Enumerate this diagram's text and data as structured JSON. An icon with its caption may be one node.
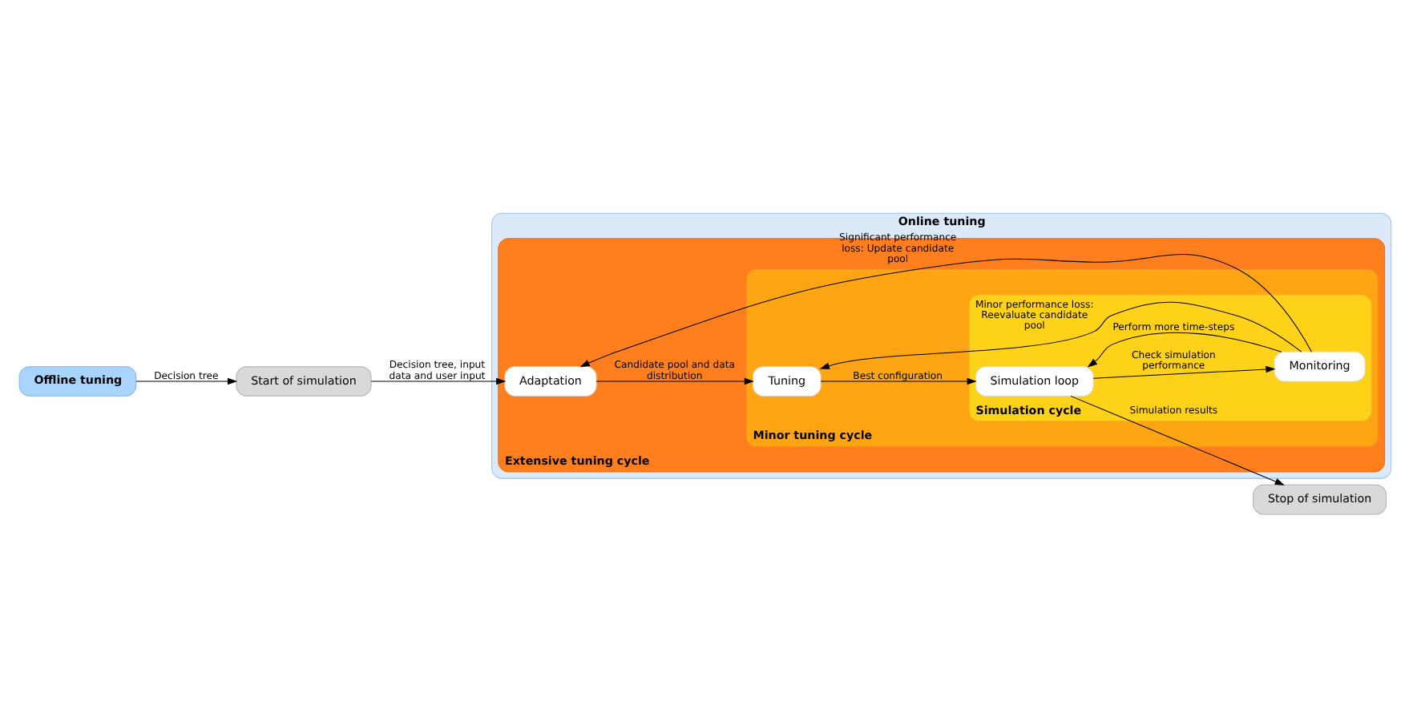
{
  "diagram": {
    "nodes": [
      {
        "text": [
          "Start of simulation"
        ]
      },
      {
        "text": [
          "Offline tuning"
        ]
      },
      {
        "text": [
          "Stop of simulation"
        ]
      },
      {
        "text": [
          "Online tuning"
        ]
      },
      {
        "text": [
          "Extensive tuning cycle"
        ],
        "in": 3
      },
      {
        "text": [
          "Adaptation"
        ],
        "in": 4
      },
      {
        "text": [
          "Minor tuning cycle"
        ],
        "in": 4
      },
      {
        "text": [
          "Tuning"
        ],
        "in": 6
      },
      {
        "text": [
          "Simulation cycle"
        ],
        "in": 6
      },
      {
        "text": [
          "Simulation loop"
        ],
        "in": 8
      },
      {
        "text": [
          "Monitoring"
        ],
        "in": 8
      }
    ],
    "edges": [
      {
        "from": 1,
        "to": 0,
        "arrow": "to",
        "label": "Decision tree"
      },
      {
        "from": 0,
        "to": 5,
        "arrow": "to",
        "label": "Decision tree, input data and user input"
      },
      {
        "from": 5,
        "to": 7,
        "arrow": "to",
        "label": "Candidate pool and data distribution"
      },
      {
        "from": 7,
        "to": 9,
        "arrow": "to",
        "label": "Best configuration"
      },
      {
        "from": 9,
        "to": 2,
        "arrow": "to",
        "label": "Simulation results"
      },
      {
        "from": 9,
        "to": 10,
        "arrow": "to",
        "label": "Check simulation performance"
      },
      {
        "from": 10,
        "to": 9,
        "arrow": "to",
        "label": "Perform more time-steps"
      },
      {
        "from": 10,
        "to": 7,
        "arrow": "to",
        "label": "Minor performance loss: Reevaluate candidate pool"
      },
      {
        "from": 10,
        "to": 5,
        "arrow": "to",
        "label": "Significant performance loss: Update candidate pool"
      }
    ]
  }
}
